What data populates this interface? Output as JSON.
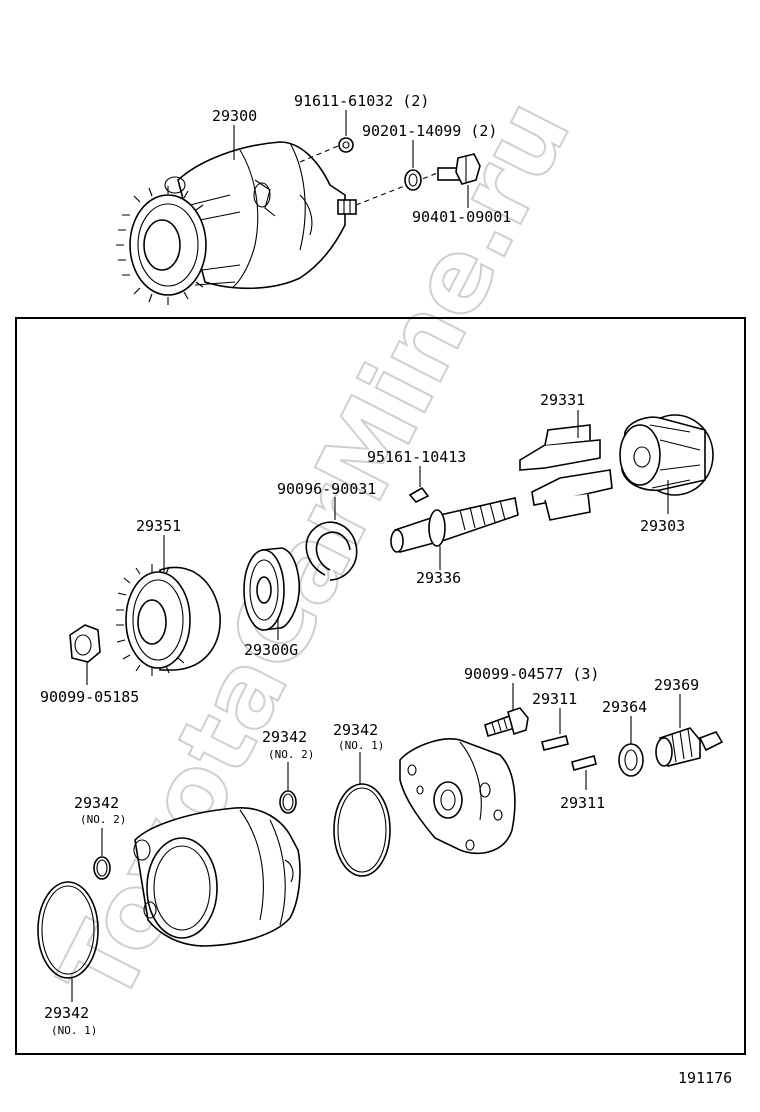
{
  "watermark": "ToyotaCarMine.ru",
  "figure_number": "191176",
  "labels": {
    "p29300": "29300",
    "p91611": "91611-61032 (2)",
    "p90201": "90201-14099 (2)",
    "p90401": "90401-09001",
    "p29331": "29331",
    "p95161": "95161-10413",
    "p90096": "90096-90031",
    "p29303": "29303",
    "p29351": "29351",
    "p29336": "29336",
    "p29300g": "29300G",
    "p90099_05185": "90099-05185",
    "p90099_04577": "90099-04577 (3)",
    "p29369": "29369",
    "p29311a": "29311",
    "p29364": "29364",
    "p29342_a": "29342",
    "p29342_a_sub": "(NO. 2)",
    "p29342_b": "29342",
    "p29342_b_sub": "(NO. 1)",
    "p29342_c": "29342",
    "p29342_c_sub": "(NO. 2)",
    "p29311b": "29311",
    "p29342_d": "29342",
    "p29342_d_sub": "(NO. 1)"
  }
}
